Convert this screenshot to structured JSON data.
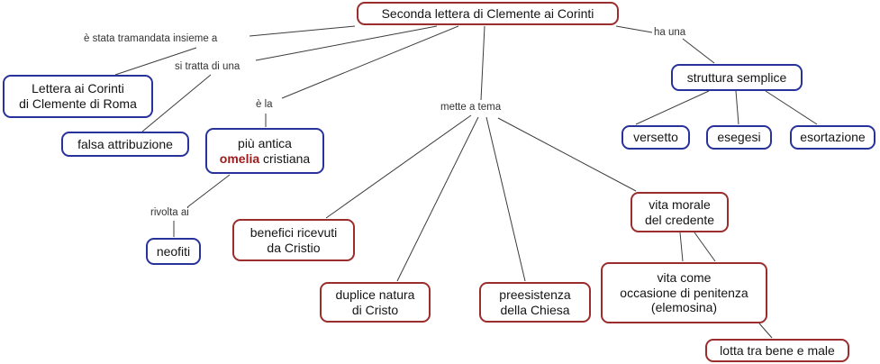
{
  "title": "Seconda lettera di Clemente ai Corinti",
  "colors": {
    "node_red_border": "#9b2d2d",
    "node_blue_border": "#28329b",
    "keyword_red": "#9b1c1c",
    "connector_line": "#3c3c3c",
    "node_fill": "#ffffff",
    "link_label_text": "#333333"
  },
  "nodes": {
    "root": {
      "label": "Seconda lettera di Clemente ai Corinti"
    },
    "lettera_corinti": {
      "line1": "Lettera ai Corinti",
      "line2": "di Clemente di Roma"
    },
    "falsa_attribuzione": {
      "label": "falsa attribuzione"
    },
    "omelia": {
      "line1": "più antica",
      "keyword": "omelia",
      "line2_rest": "cristiana"
    },
    "neofiti": {
      "label": "neofiti"
    },
    "benefici": {
      "line1": "benefici ricevuti",
      "line2": "da Cristio"
    },
    "duplice_natura": {
      "line1": "duplice natura",
      "line2": "di Cristo"
    },
    "preesistenza": {
      "line1": "preesistenza",
      "line2": "della Chiesa"
    },
    "vita_morale": {
      "line1": "vita morale",
      "line2": "del credente"
    },
    "vita_penitenza": {
      "line1": "vita come",
      "line2": "occasione di penitenza",
      "line3": "(elemosina)"
    },
    "lotta": {
      "label": "lotta tra bene e male"
    },
    "struttura": {
      "label": "struttura semplice"
    },
    "versetto": {
      "label": "versetto"
    },
    "esegesi": {
      "label": "esegesi"
    },
    "esortazione": {
      "label": "esortazione"
    }
  },
  "link_labels": {
    "tramandata": "è stata tramandata insieme a",
    "si_tratta": "si tratta di una",
    "e_la": "è la",
    "mette_a_tema": "mette a tema",
    "ha_una": "ha una",
    "rivolta_ai": "rivolta ai"
  }
}
